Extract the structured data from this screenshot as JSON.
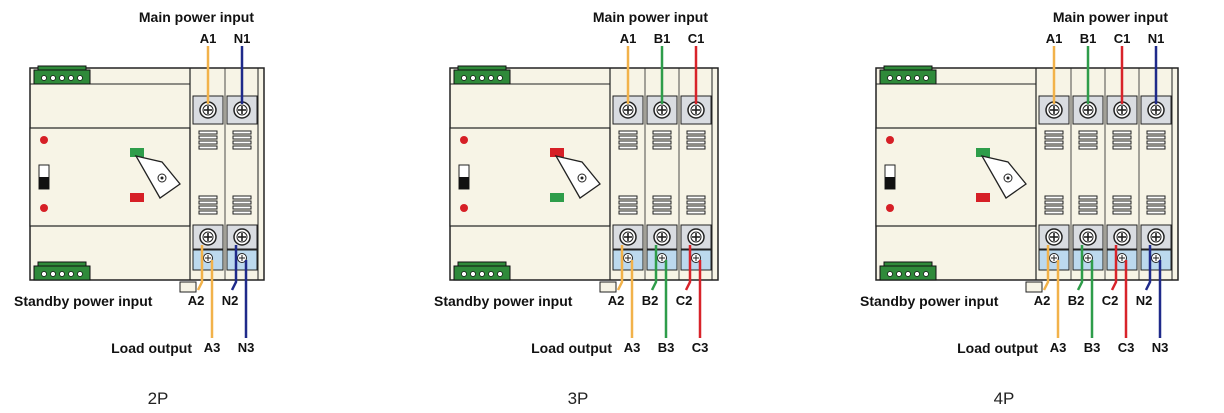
{
  "colors": {
    "body": "#f7f4e6",
    "outline": "#222222",
    "terminal_block": "#d9dce1",
    "lower_terminal_block": "#bcd9ee",
    "connector": "#2f8a3a",
    "phase_a": "#f2b24a",
    "phase_b": "#2e9d4a",
    "phase_c": "#d8232a",
    "neutral": "#1f2a8a",
    "indicator_red": "#d61f26",
    "indicator_green": "#2e9d4a"
  },
  "diagrams": [
    {
      "caption": "2P",
      "main_input_label": "Main power input",
      "standby_label": "Standby power input",
      "load_label": "Load output",
      "poles": [
        {
          "top": "A1",
          "bottom_standby": "A2",
          "bottom_load": "A3",
          "color": "phase_a"
        },
        {
          "top": "N1",
          "bottom_standby": "N2",
          "bottom_load": "N3",
          "color": "neutral"
        }
      ],
      "top_indicator": "indicator_green",
      "bottom_indicator": "indicator_red"
    },
    {
      "caption": "3P",
      "main_input_label": "Main power input",
      "standby_label": "Standby power input",
      "load_label": "Load output",
      "poles": [
        {
          "top": "A1",
          "bottom_standby": "A2",
          "bottom_load": "A3",
          "color": "phase_a"
        },
        {
          "top": "B1",
          "bottom_standby": "B2",
          "bottom_load": "B3",
          "color": "phase_b"
        },
        {
          "top": "C1",
          "bottom_standby": "C2",
          "bottom_load": "C3",
          "color": "phase_c"
        }
      ],
      "top_indicator": "indicator_red",
      "bottom_indicator": "indicator_green"
    },
    {
      "caption": "4P",
      "main_input_label": "Main power input",
      "standby_label": "Standby power input",
      "load_label": "Load output",
      "poles": [
        {
          "top": "A1",
          "bottom_standby": "A2",
          "bottom_load": "A3",
          "color": "phase_a"
        },
        {
          "top": "B1",
          "bottom_standby": "B2",
          "bottom_load": "B3",
          "color": "phase_b"
        },
        {
          "top": "C1",
          "bottom_standby": "C2",
          "bottom_load": "C3",
          "color": "phase_c"
        },
        {
          "top": "N1",
          "bottom_standby": "N2",
          "bottom_load": "N3",
          "color": "neutral"
        }
      ],
      "top_indicator": "indicator_green",
      "bottom_indicator": "indicator_red"
    }
  ]
}
